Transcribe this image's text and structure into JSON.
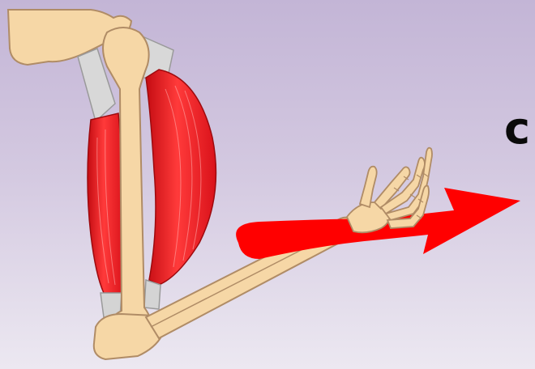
{
  "caption_fragment": "c",
  "colors": {
    "bone": "#f6d7a6",
    "bone_outline": "#b08c66",
    "muscle": "#e8161d",
    "muscle_light": "#ff6f6f",
    "tendon": "#bfbfbf",
    "arrow": "#ff0000",
    "text": "#0a0a0a"
  },
  "elements": {
    "humerus": "humerus-bone",
    "scapula": "scapula-bone",
    "biceps": "biceps-muscle",
    "triceps": "triceps-muscle",
    "forearm": "forearm-bones",
    "hand": "hand-bones",
    "arrow": "extension-arrow"
  }
}
